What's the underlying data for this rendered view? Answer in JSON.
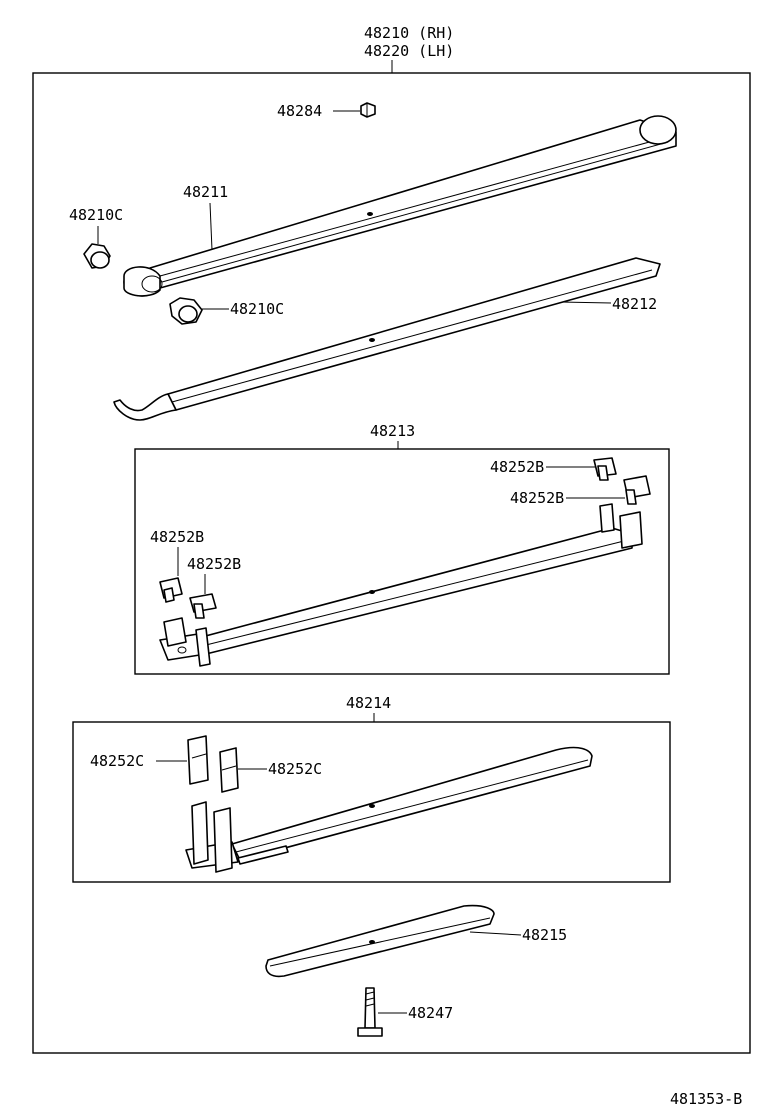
{
  "labels": {
    "assembly_rh": "48210 (RH)",
    "assembly_lh": "48220 (LH)",
    "nut": "48284",
    "leaf_no1": "48211",
    "bushing_left": "48210C",
    "bushing_right": "48210C",
    "leaf_no2": "48212",
    "leaf_no3": "48213",
    "clip_no3_a": "48252B",
    "clip_no3_b": "48252B",
    "clip_no3_c": "48252B",
    "clip_no3_d": "48252B",
    "leaf_no4": "48214",
    "clip_no4_a": "48252C",
    "clip_no4_b": "48252C",
    "leaf_no5": "48215",
    "center_bolt": "48247",
    "diagram_code": "481353-B"
  }
}
